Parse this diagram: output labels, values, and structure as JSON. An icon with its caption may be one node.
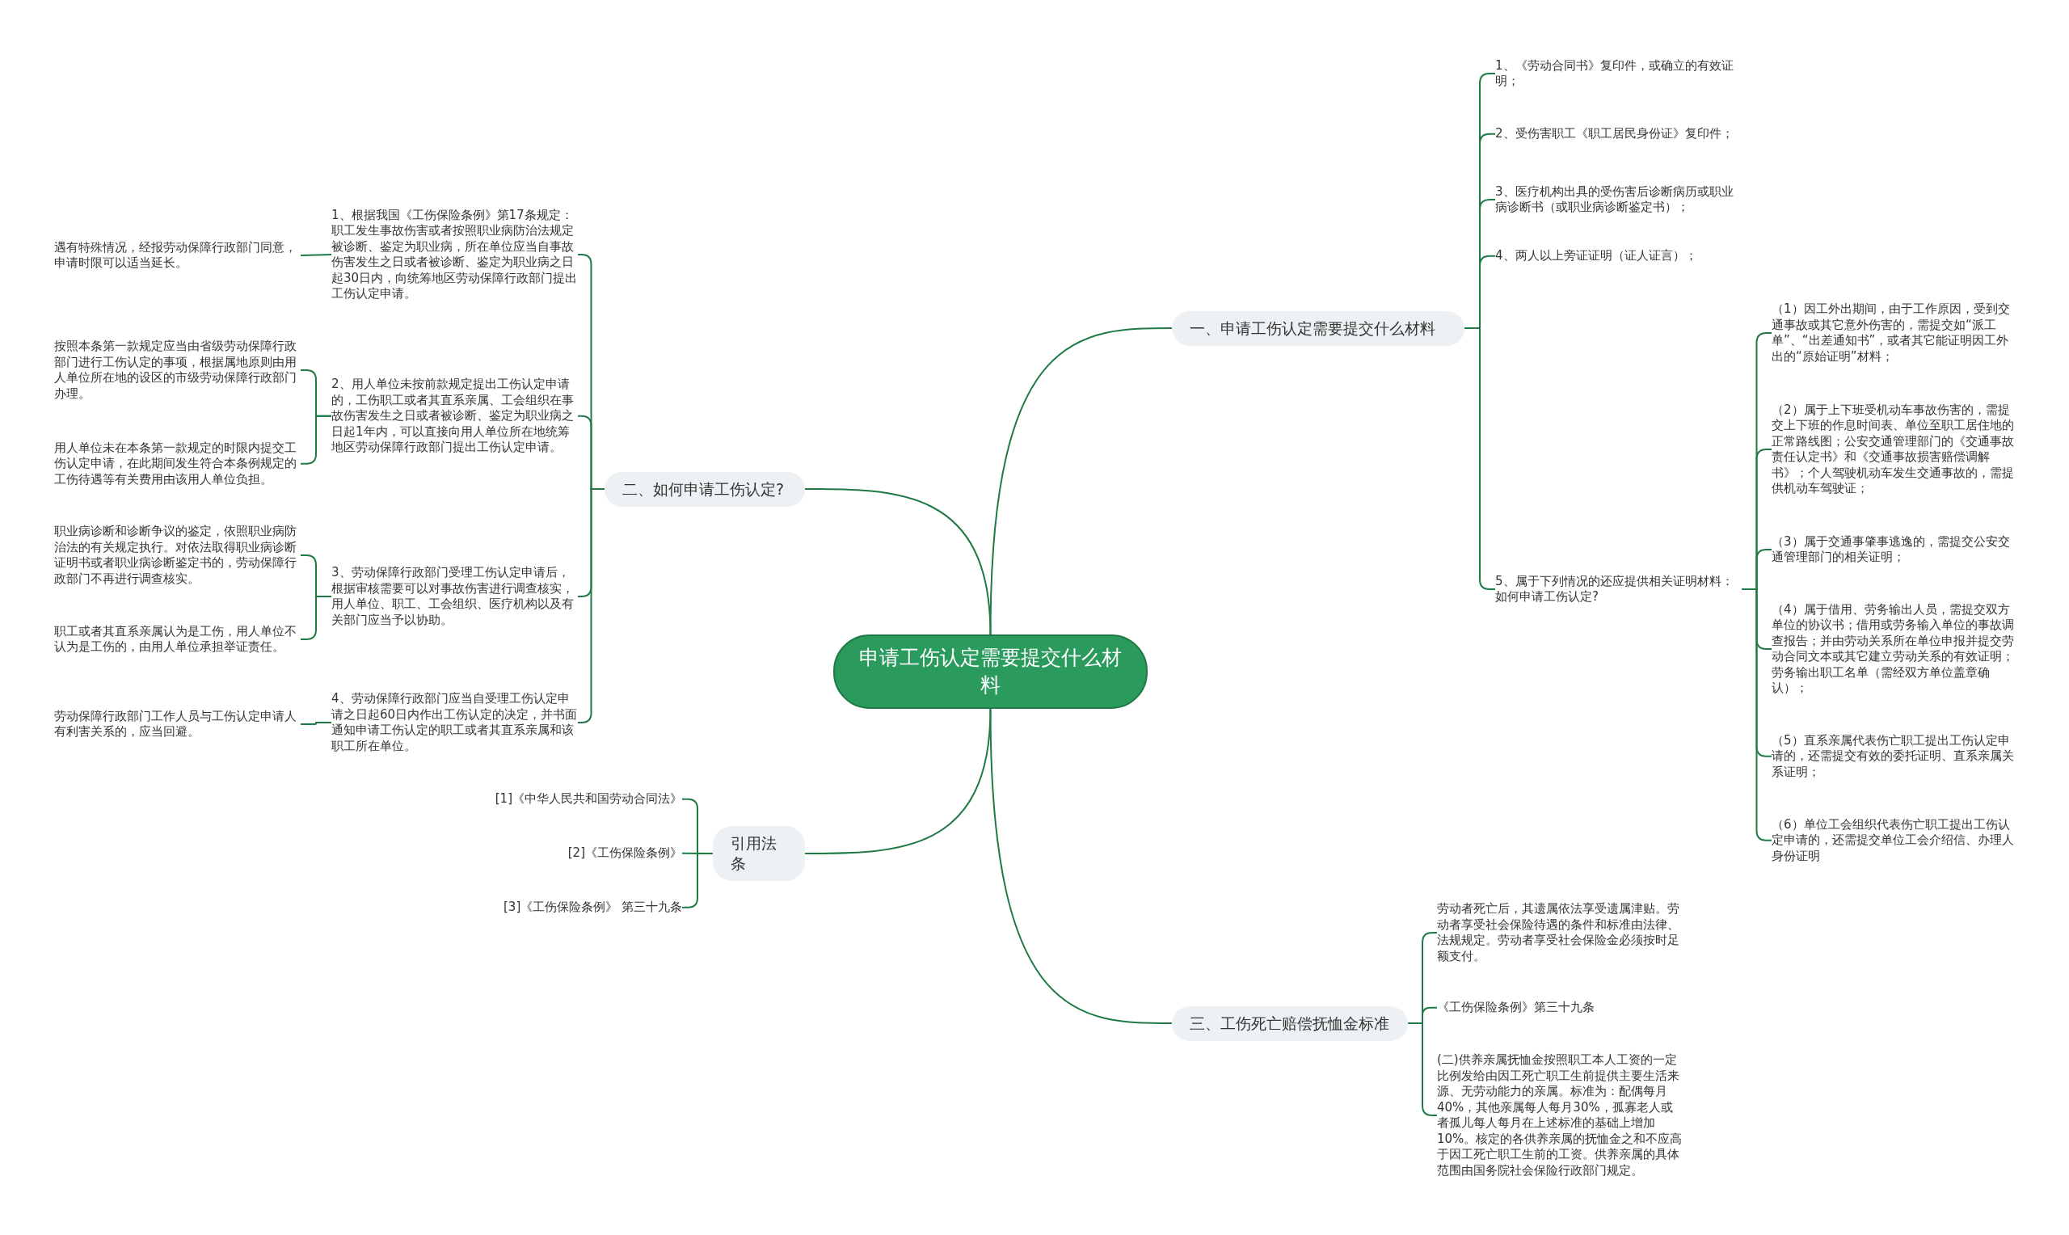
{
  "diagram": {
    "nodes": [
      {
        "text": [
          "申请工伤认定需要提交什么材料"
        ]
      },
      {
        "text": [
          "一、申请工伤认定需要提交什么材料"
        ]
      },
      {
        "text": [
          "1、《劳动合同书》复印件，或确立的有效证明；"
        ]
      },
      {
        "text": [
          "2、受伤害职工《职工居民身份证》复印件；"
        ]
      },
      {
        "text": [
          "3、医疗机构出具的受伤害后诊断病历或职业病诊断书（或职业病诊断鉴定书）；"
        ]
      },
      {
        "text": [
          "4、两人以上旁证证明（证人证言）；"
        ]
      },
      {
        "text": [
          "5、属于下列情况的还应提供相关证明材料：如何申请工伤认定?"
        ]
      },
      {
        "text": [
          "（1）因工外出期间，由于工作原因，受到交通事故或其它意外伤害的，需提交如“派工单”、“出差通知书”，或者其它能证明因工外出的“原始证明”材料；"
        ]
      },
      {
        "text": [
          "（2）属于上下班受机动车事故伤害的，需提交上下班的作息时间表、单位至职工居住地的正常路线图；公安交通管理部门的《交通事故责任认定书》和《交通事故损害赔偿调解书》；个人驾驶机动车发生交通事故的，需提供机动车驾驶证；"
        ]
      },
      {
        "text": [
          "（3）属于交通事肇事逃逸的，需提交公安交通管理部门的相关证明；"
        ]
      },
      {
        "text": [
          "（4）属于借用、劳务输出人员，需提交双方单位的协议书；借用或劳务输入单位的事故调查报告；并由劳动关系所在单位申报并提交劳动合同文本或其它建立劳动关系的有效证明；劳务输出职工名单（需经双方单位盖章确认）；"
        ]
      },
      {
        "text": [
          "（5）直系亲属代表伤亡职工提出工伤认定申请的，还需提交有效的委托证明、直系亲属关系证明；"
        ]
      },
      {
        "text": [
          "（6）单位工会组织代表伤亡职工提出工伤认定申请的，还需提交单位工会介绍信、办理人身份证明"
        ]
      },
      {
        "text": [
          "二、如何申请工伤认定?"
        ]
      },
      {
        "text": [
          "1、根据我国《工伤保险条例》第17条规定：职工发生事故伤害或者按照职业病防治法规定被诊断、鉴定为职业病，所在单位应当自事故伤害发生之日或者被诊断、鉴定为职业病之日起30日内，向统筹地区劳动保障行政部门提出工伤认定申请。"
        ]
      },
      {
        "text": [
          "2、用人单位未按前款规定提出工伤认定申请的，工伤职工或者其直系亲属、工会组织在事故伤害发生之日或者被诊断、鉴定为职业病之日起1年内，可以直接向用人单位所在地统筹地区劳动保障行政部门提出工伤认定申请。"
        ]
      },
      {
        "text": [
          "3、劳动保障行政部门受理工伤认定申请后，根据审核需要可以对事故伤害进行调查核实，用人单位、职工、工会组织、医疗机构以及有关部门应当予以协助。"
        ]
      },
      {
        "text": [
          "4、劳动保障行政部门应当自受理工伤认定申请之日起60日内作出工伤认定的决定，并书面通知申请工伤认定的职工或者其直系亲属和该职工所在单位。"
        ]
      },
      {
        "text": [
          "遇有特殊情况，经报劳动保障行政部门同意，申请时限可以适当延长。"
        ]
      },
      {
        "text": [
          "按照本条第一款规定应当由省级劳动保障行政部门进行工伤认定的事项，根据属地原则由用人单位所在地的设区的市级劳动保障行政部门办理。"
        ]
      },
      {
        "text": [
          "用人单位未在本条第一款规定的时限内提交工伤认定申请，在此期间发生符合本条例规定的工伤待遇等有关费用由该用人单位负担。"
        ]
      },
      {
        "text": [
          "职业病诊断和诊断争议的鉴定，依照职业病防治法的有关规定执行。对依法取得职业病诊断证明书或者职业病诊断鉴定书的，劳动保障行政部门不再进行调查核实。"
        ]
      },
      {
        "text": [
          "职工或者其直系亲属认为是工伤，用人单位不认为是工伤的，由用人单位承担举证责任。"
        ]
      },
      {
        "text": [
          "劳动保障行政部门工作人员与工伤认定申请人有利害关系的，应当回避。"
        ]
      },
      {
        "text": [
          "引用法条"
        ]
      },
      {
        "text": [
          "[1]《中华人民共和国劳动合同法》"
        ]
      },
      {
        "text": [
          "[2]《工伤保险条例》"
        ]
      },
      {
        "text": [
          "[3]《工伤保险条例》 第三十九条"
        ]
      },
      {
        "text": [
          "三、工伤死亡赔偿抚恤金标准"
        ]
      },
      {
        "text": [
          "劳动者死亡后，其遗属依法享受遗属津贴。劳动者享受社会保险待遇的条件和标准由法律、法规规定。劳动者享受社会保险金必须按时足额支付。"
        ]
      },
      {
        "text": [
          "《工伤保险条例》第三十九条"
        ]
      },
      {
        "text": [
          "(二)供养亲属抚恤金按照职工本人工资的一定比例发给由因工死亡职工生前提供主要生活来源、无劳动能力的亲属。标准为：配偶每月40%，其他亲属每人每月30%，孤寡老人或者孤儿每人每月在上述标准的基础上增加10%。核定的各供养亲属的抚恤金之和不应高于因工死亡职工生前的工资。供养亲属的具体范围由国务院社会保险行政部门规定。"
        ]
      }
    ],
    "edges": [
      {
        "from": 0,
        "to": 1,
        "arrow": "none"
      },
      {
        "from": 1,
        "to": 2,
        "arrow": "none"
      },
      {
        "from": 1,
        "to": 3,
        "arrow": "none"
      },
      {
        "from": 1,
        "to": 4,
        "arrow": "none"
      },
      {
        "from": 1,
        "to": 5,
        "arrow": "none"
      },
      {
        "from": 1,
        "to": 6,
        "arrow": "none"
      },
      {
        "from": 6,
        "to": 7,
        "arrow": "none"
      },
      {
        "from": 6,
        "to": 8,
        "arrow": "none"
      },
      {
        "from": 6,
        "to": 9,
        "arrow": "none"
      },
      {
        "from": 6,
        "to": 10,
        "arrow": "none"
      },
      {
        "from": 6,
        "to": 11,
        "arrow": "none"
      },
      {
        "from": 6,
        "to": 12,
        "arrow": "none"
      },
      {
        "from": 0,
        "to": 13,
        "arrow": "none"
      },
      {
        "from": 13,
        "to": 14,
        "arrow": "none"
      },
      {
        "from": 13,
        "to": 15,
        "arrow": "none"
      },
      {
        "from": 13,
        "to": 16,
        "arrow": "none"
      },
      {
        "from": 13,
        "to": 17,
        "arrow": "none"
      },
      {
        "from": 14,
        "to": 18,
        "arrow": "none"
      },
      {
        "from": 15,
        "to": 19,
        "arrow": "none"
      },
      {
        "from": 15,
        "to": 20,
        "arrow": "none"
      },
      {
        "from": 16,
        "to": 21,
        "arrow": "none"
      },
      {
        "from": 16,
        "to": 22,
        "arrow": "none"
      },
      {
        "from": 17,
        "to": 23,
        "arrow": "none"
      },
      {
        "from": 0,
        "to": 24,
        "arrow": "none"
      },
      {
        "from": 24,
        "to": 25,
        "arrow": "none"
      },
      {
        "from": 24,
        "to": 26,
        "arrow": "none"
      },
      {
        "from": 24,
        "to": 27,
        "arrow": "none"
      },
      {
        "from": 0,
        "to": 28,
        "arrow": "none"
      },
      {
        "from": 28,
        "to": 29,
        "arrow": "none"
      },
      {
        "from": 28,
        "to": 30,
        "arrow": "none"
      },
      {
        "from": 28,
        "to": 31,
        "arrow": "none"
      }
    ]
  }
}
